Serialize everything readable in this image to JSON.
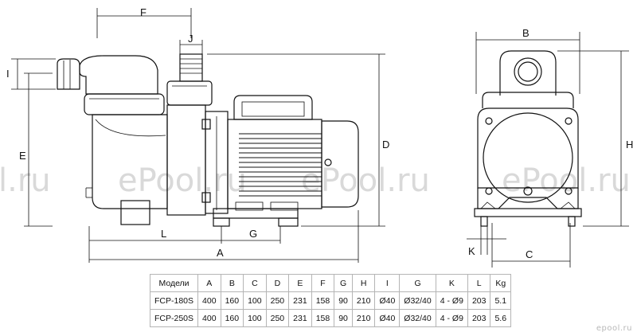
{
  "watermarks": [
    "l.ru",
    "ePool.ru",
    "ePool.ru",
    "ePool.ru",
    "ePool.ru"
  ],
  "dimension_labels": {
    "A": "A",
    "B": "B",
    "C": "C",
    "D": "D",
    "E": "E",
    "F": "F",
    "G": "G",
    "H": "H",
    "I": "I",
    "J": "J",
    "K": "K",
    "L": "L"
  },
  "table": {
    "headers": [
      "Модели",
      "A",
      "B",
      "C",
      "D",
      "E",
      "F",
      "G",
      "H",
      "I",
      "G",
      "K",
      "L",
      "Kg"
    ],
    "rows": [
      [
        "FCP-180S",
        "400",
        "160",
        "100",
        "250",
        "231",
        "158",
        "90",
        "210",
        "Ø40",
        "Ø32/40",
        "4 - Ø9",
        "203",
        "5.1"
      ],
      [
        "FCP-250S",
        "400",
        "160",
        "100",
        "250",
        "231",
        "158",
        "90",
        "210",
        "Ø40",
        "Ø32/40",
        "4 - Ø9",
        "203",
        "5.6"
      ]
    ]
  },
  "brand": "epool.ru"
}
